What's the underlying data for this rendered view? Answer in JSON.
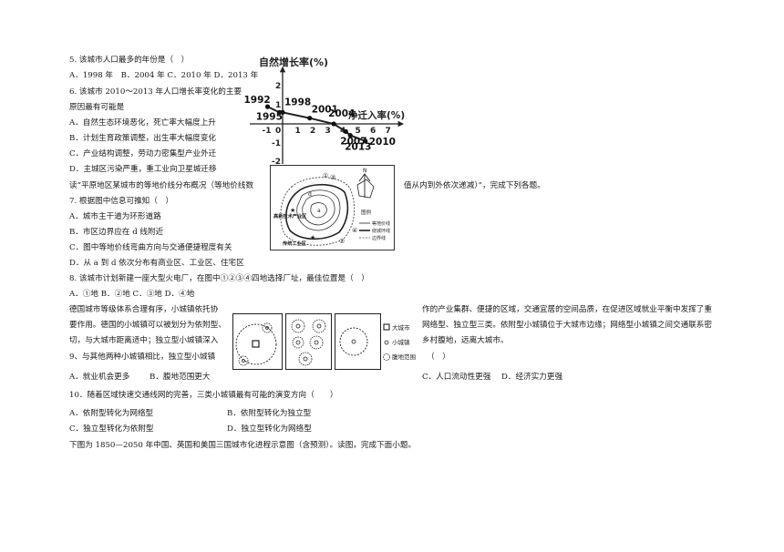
{
  "q5": {
    "stem": "5. 该城市人口最多的年份是（　）",
    "options": "A．1998 年　B．2004 年 C．2010 年 D．2013 年"
  },
  "q6": {
    "stem_l1": "6. 该城市 2010～2013 年人口增长率变化的主要",
    "stem_l2": "原因最有可能是",
    "a": "A．自然生态环境恶化，死亡率大幅度上升",
    "b": "B．计划生育政策调整，出生率大幅度变化",
    "c": "C．产业结构调整，劳动力密集型产业外迁",
    "d": "D．主城区污染严重，重工业向卫星城迁移"
  },
  "growth_chart": {
    "ylabel": "自然增长率(%)",
    "xlabel": "净迁入率(%)",
    "y_ticks": [
      "2",
      "1",
      "-1",
      "-2"
    ],
    "x_ticks": [
      "-1",
      "1",
      "2",
      "3",
      "4",
      "5",
      "6",
      "7"
    ],
    "origin": "0",
    "years": [
      "1992",
      "1995",
      "1998",
      "2001",
      "2004",
      "2007",
      "2013",
      "2010"
    ]
  },
  "chart_data": {
    "type": "line",
    "title": "",
    "xlabel": "净迁入率(%)",
    "ylabel": "自然增长率(%)",
    "xlim": [
      -1.5,
      7.5
    ],
    "ylim": [
      -2,
      2.5
    ],
    "points": [
      {
        "label": "1992",
        "x": -1.0,
        "y": 0.9
      },
      {
        "label": "1995",
        "x": -0.2,
        "y": 0.6
      },
      {
        "label": "1998",
        "x": 0.0,
        "y": 0.6
      },
      {
        "label": "2001",
        "x": 1.8,
        "y": 0.3
      },
      {
        "label": "2004",
        "x": 3.4,
        "y": 0.0
      },
      {
        "label": "2007",
        "x": 4.2,
        "y": -0.4
      },
      {
        "label": "2013",
        "x": 4.5,
        "y": -0.6
      },
      {
        "label": "2010",
        "x": 5.5,
        "y": -0.9
      }
    ]
  },
  "intro_map": {
    "left": "读“平原地区某城市的等地价线分布概况（等地价线数",
    "right": "值从内到外依次递减）”，完成下列各题。"
  },
  "map_figure": {
    "north": "N",
    "m1": "①",
    "m2": "②",
    "m3": "③",
    "m4": "④",
    "a": "a",
    "d": "d",
    "hitech": "高新技术产业区",
    "traditional": "传统工业区",
    "legend_title": "图例",
    "legend_1": "等地价线",
    "legend_2": "绕城环线",
    "legend_3": "边界线"
  },
  "q7": {
    "stem": "7. 根据图中信息可推知（　）",
    "a": "A．城市主干道为环形道路",
    "b": "B．市区边界应在 d 线附近",
    "c": "C．图中等地价线弯曲方向与交通便捷程度有关",
    "d": "D．从 a 到 d 依次分布有商业区、工业区、住宅区"
  },
  "q8": {
    "stem": "8. 该城市计划新建一座大型火电厂，在图中①②③④四地选择厂址，最佳位置是（　）",
    "options": "A．①地 B．②地 C．③地 D．④地"
  },
  "germany": {
    "l1_left": "德国城市等级体系合理有序，小城镇依托协",
    "l1_right": "作的产业集群、便捷的区域，交通宜居的空间品质，在促进区域就业平衡中发挥了重",
    "l2_left": "要作用。德国的小城镇可以被划分为依附型、",
    "l2_right": "网络型、独立型三类。依附型小城镇位于大城市边缘；网络型小城镇之间交通联系密",
    "l3_left": "切，与大城市距离适中；独立型小城镇深入",
    "l3_right": "乡村腹地，远离大城市。",
    "legend_big": "大城市",
    "legend_small": "小城镇",
    "legend_range": "腹地范围"
  },
  "q9": {
    "stem": "9、与其他两种小城镇相比，独立型小城镇",
    "paren": "（　）",
    "a": "A．就业机会更多",
    "b": "B．腹地范围更大",
    "c": "C．人口流动性更强",
    "d": "D．经济实力更强"
  },
  "q10": {
    "stem": "10．随着区域快速交通线网的完善，三类小城镇最有可能的演变方向（　　）",
    "a": "A．依附型转化为网络型",
    "b": "B．依附型转化为独立型",
    "c": "C．独立型转化为依附型",
    "d": "D．独立型转化为网络型"
  },
  "outro": {
    "text": "下图为 1850—2050 年中国、英国和美国三国城市化进程示意图（含预测）。读图，完成下面小题。"
  }
}
